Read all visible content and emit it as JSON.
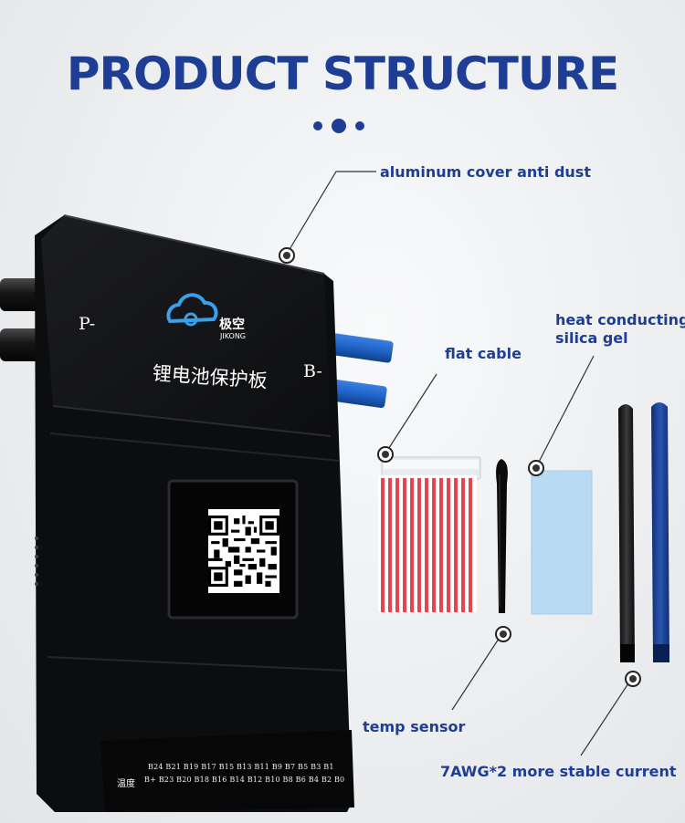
{
  "header": {
    "title": "PRODUCT STRUCTURE"
  },
  "callouts": {
    "cover": "aluminum cover anti dust",
    "flat_cable": "flat cable",
    "silica_gel_line1": "heat conducting",
    "silica_gel_line2": "silica gel",
    "temp_sensor": "temp sensor",
    "wire": "7AWG*2 more stable current"
  },
  "board": {
    "brand_cn": "极空",
    "brand_en": "JIKONG",
    "product_name_cn": "锂电池保护板",
    "terminal_p": "P-",
    "terminal_b": "B-",
    "temp_label_cn": "温度",
    "pins_row1": "B24  B21  B19  B17  B15  B13  B11  B9  B7  B5  B3  B1",
    "pins_row2": "B+  B23  B20  B18  B16  B14  B12  B10  B8  B6  B4  B2  B0"
  },
  "colors": {
    "accent": "#1e3e96",
    "board": "#111214",
    "cable_blue": "#1f64c8",
    "flat_cable_red": "#e0474f",
    "silica_gel": "#b9daf3"
  }
}
